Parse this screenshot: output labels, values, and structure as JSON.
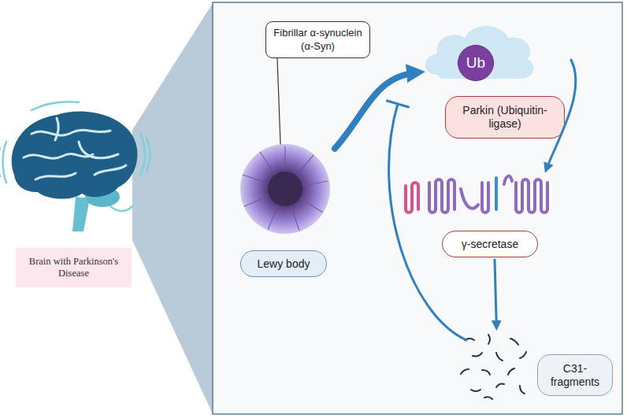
{
  "diagram": {
    "nodes": [
      {
        "text": [
          "Brain with Parkinson's Disease"
        ]
      },
      {
        "text": [
          "Fibrillar α-synuclein (α-Syn)"
        ]
      },
      {
        "text": [
          "Lewy body"
        ]
      },
      {
        "text": [
          "Parkin (Ubiquitin-ligase)"
        ]
      },
      {
        "text": [
          "Ub"
        ],
        "in": 3
      },
      {
        "text": [
          "γ-secretase"
        ]
      },
      {
        "text": [
          "C31-fragments"
        ]
      }
    ],
    "edges": [
      {
        "from": 2,
        "to": 3,
        "arrow": "to"
      },
      {
        "from": 3,
        "to": 5,
        "arrow": "to"
      },
      {
        "from": 5,
        "to": 6,
        "arrow": "to"
      }
    ]
  }
}
